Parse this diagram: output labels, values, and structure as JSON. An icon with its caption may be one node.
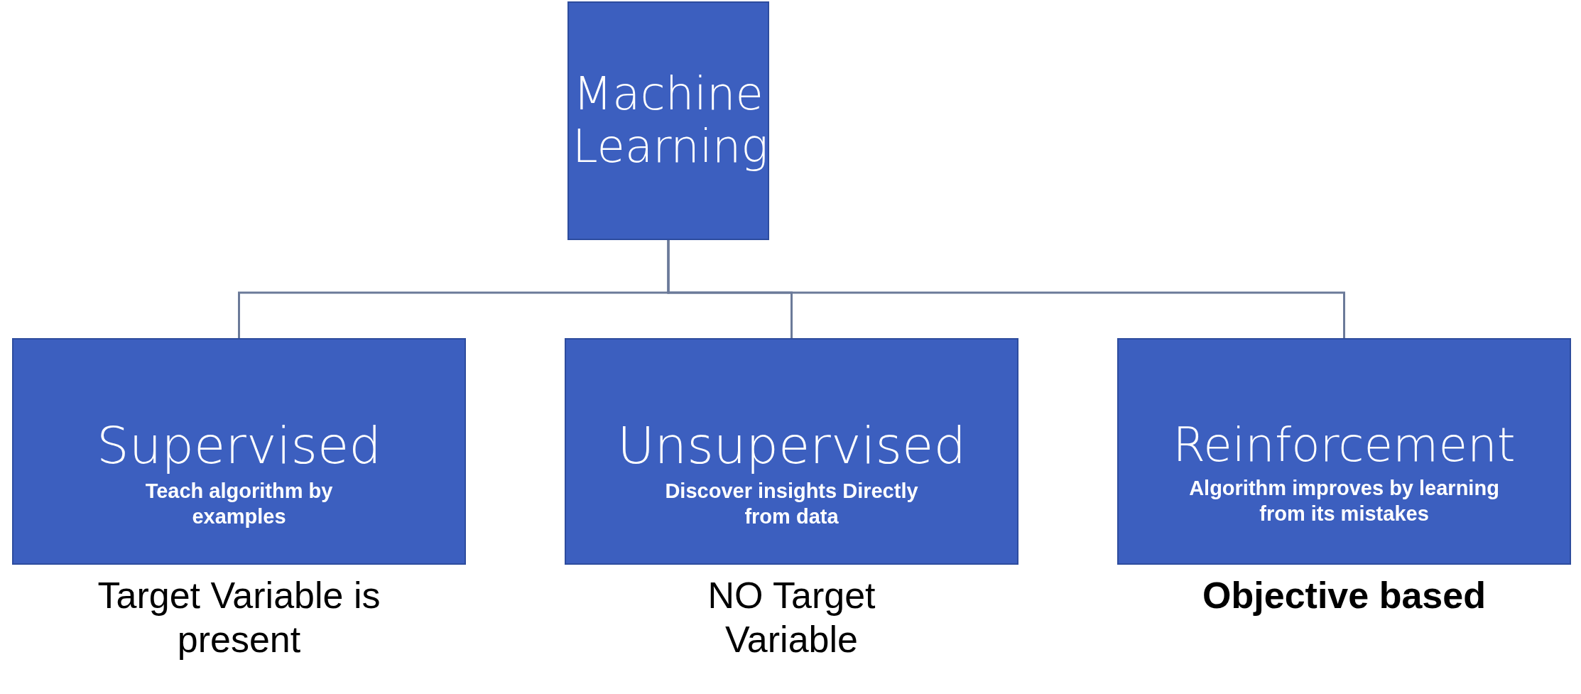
{
  "diagram": {
    "nodes": [
      {
        "text": [
          "Machine Learning"
        ]
      },
      {
        "text": [
          "Supervised",
          "Teach algorithm by examples"
        ],
        "beside": [
          "Target Variable is present"
        ]
      },
      {
        "text": [
          "Unsupervised",
          "Discover insights Directly from data"
        ],
        "beside": [
          "NO Target Variable"
        ]
      },
      {
        "text": [
          "Reinforcement",
          "Algorithm improves by learning from its mistakes"
        ],
        "beside": [
          "Objective based"
        ]
      }
    ],
    "edges": [
      {
        "from": 0,
        "to": 1,
        "arrow": "none"
      },
      {
        "from": 0,
        "to": 2,
        "arrow": "none"
      },
      {
        "from": 0,
        "to": 3,
        "arrow": "none"
      }
    ]
  }
}
